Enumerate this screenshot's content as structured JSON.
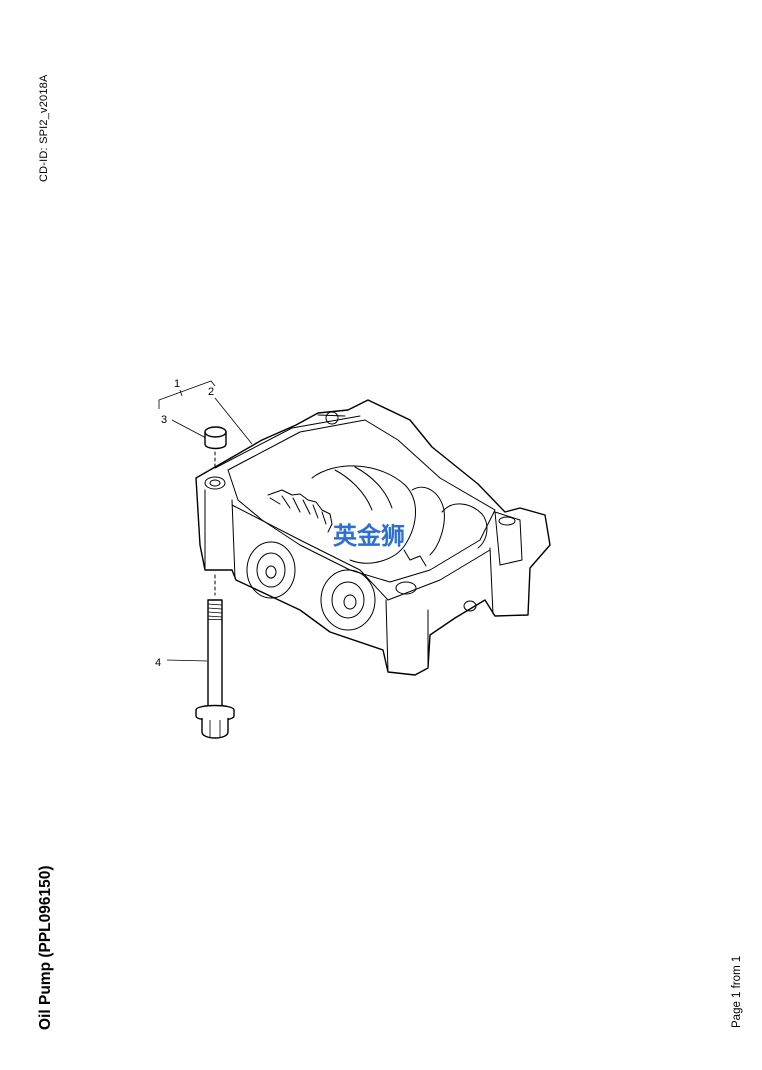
{
  "header": {
    "cd_id": "CD-ID: SPI2_v2018A"
  },
  "document": {
    "title": "Oil Pump (PPL096150)"
  },
  "footer": {
    "page": "Page 1 from 1"
  },
  "callouts": [
    "1",
    "2",
    "3",
    "4"
  ],
  "watermark": {
    "text": "英金狮",
    "color": "#2f6fd0"
  }
}
